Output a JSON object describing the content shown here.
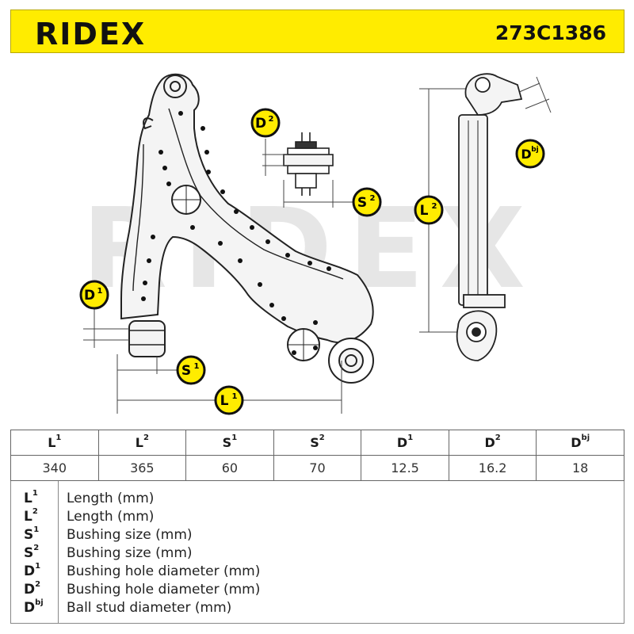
{
  "header": {
    "logo": "RIDEX",
    "part_number": "273C1386",
    "background_color": "#ffec00"
  },
  "diagram": {
    "watermark": "RIDEX",
    "labels": {
      "d2": {
        "main": "D",
        "sup": "2"
      },
      "s2": {
        "main": "S",
        "sup": "2"
      },
      "dbj": {
        "main": "D",
        "sup": "bj"
      },
      "l2": {
        "main": "L",
        "sup": "2"
      },
      "d1": {
        "main": "D",
        "sup": "1"
      },
      "s1": {
        "main": "S",
        "sup": "1"
      },
      "l1": {
        "main": "L",
        "sup": "1"
      }
    }
  },
  "specs": {
    "columns": [
      {
        "main": "L",
        "sup": "1",
        "value": "340"
      },
      {
        "main": "L",
        "sup": "2",
        "value": "365"
      },
      {
        "main": "S",
        "sup": "1",
        "value": "60"
      },
      {
        "main": "S",
        "sup": "2",
        "value": "70"
      },
      {
        "main": "D",
        "sup": "1",
        "value": "12.5"
      },
      {
        "main": "D",
        "sup": "2",
        "value": "16.2"
      },
      {
        "main": "D",
        "sup": "bj",
        "value": "18"
      }
    ]
  },
  "legend": [
    {
      "main": "L",
      "sup": "1",
      "desc": "Length (mm)"
    },
    {
      "main": "L",
      "sup": "2",
      "desc": "Length (mm)"
    },
    {
      "main": "S",
      "sup": "1",
      "desc": "Bushing size (mm)"
    },
    {
      "main": "S",
      "sup": "2",
      "desc": "Bushing size (mm)"
    },
    {
      "main": "D",
      "sup": "1",
      "desc": "Bushing hole diameter (mm)"
    },
    {
      "main": "D",
      "sup": "2",
      "desc": "Bushing hole diameter (mm)"
    },
    {
      "main": "D",
      "sup": "bj",
      "desc": "Ball stud diameter (mm)"
    }
  ]
}
